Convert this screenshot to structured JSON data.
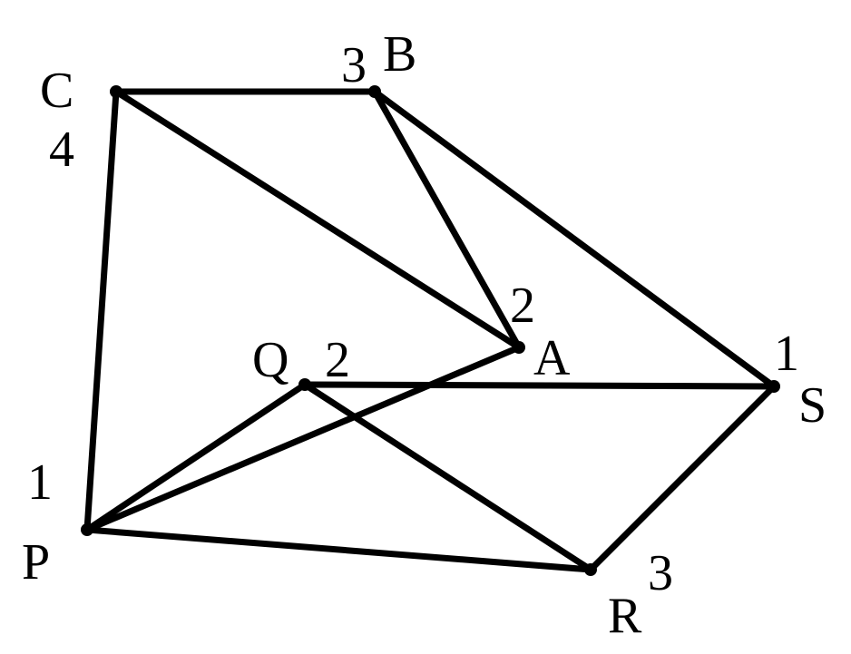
{
  "graph": {
    "stroke_color": "#000000",
    "vertices": [
      {
        "id": "C",
        "name": "C",
        "weight": "4"
      },
      {
        "id": "B",
        "name": "B",
        "weight": "3"
      },
      {
        "id": "A",
        "name": "A",
        "weight": "2"
      },
      {
        "id": "Q",
        "name": "Q",
        "weight": "2"
      },
      {
        "id": "S",
        "name": "S",
        "weight": "1"
      },
      {
        "id": "P",
        "name": "P",
        "weight": "1"
      },
      {
        "id": "R",
        "name": "R",
        "weight": "3"
      }
    ],
    "edges": [
      [
        "C",
        "B"
      ],
      [
        "C",
        "A"
      ],
      [
        "C",
        "P"
      ],
      [
        "B",
        "A"
      ],
      [
        "B",
        "S"
      ],
      [
        "A",
        "P"
      ],
      [
        "Q",
        "S"
      ],
      [
        "Q",
        "P"
      ],
      [
        "Q",
        "R"
      ],
      [
        "P",
        "R"
      ],
      [
        "R",
        "S"
      ]
    ]
  }
}
